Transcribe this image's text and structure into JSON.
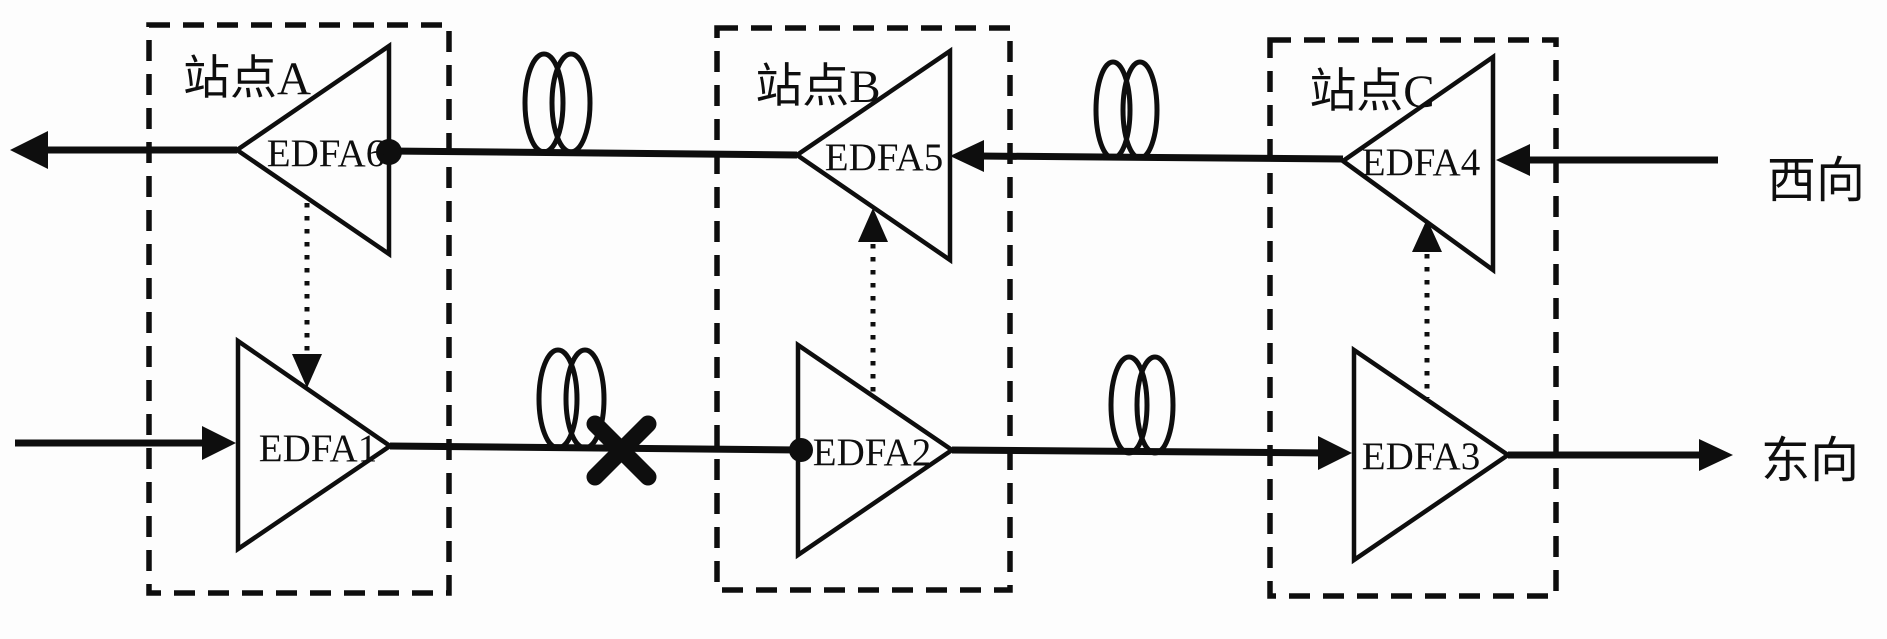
{
  "figure": {
    "description": "Optical line amplifier chain diagram with three stations and bidirectional EDFA paths",
    "colors": {
      "ink": "#0e0e0e",
      "paper": "#fdfdfd"
    },
    "stations": [
      {
        "label": "站点A"
      },
      {
        "label": "站点B"
      },
      {
        "label": "站点C"
      }
    ],
    "amplifiers": {
      "edfa1": "EDFA1",
      "edfa2": "EDFA2",
      "edfa3": "EDFA3",
      "edfa4": "EDFA4",
      "edfa5": "EDFA5",
      "edfa6": "EDFA6"
    },
    "directions": {
      "west": "西向",
      "east": "东向"
    },
    "symbols": {
      "fiber_coil": "fiber-coil",
      "fiber_fault": "fiber-cut-x",
      "tap_point": "coupler-dot",
      "pump_tap": "dotted-tap-arrow"
    }
  }
}
